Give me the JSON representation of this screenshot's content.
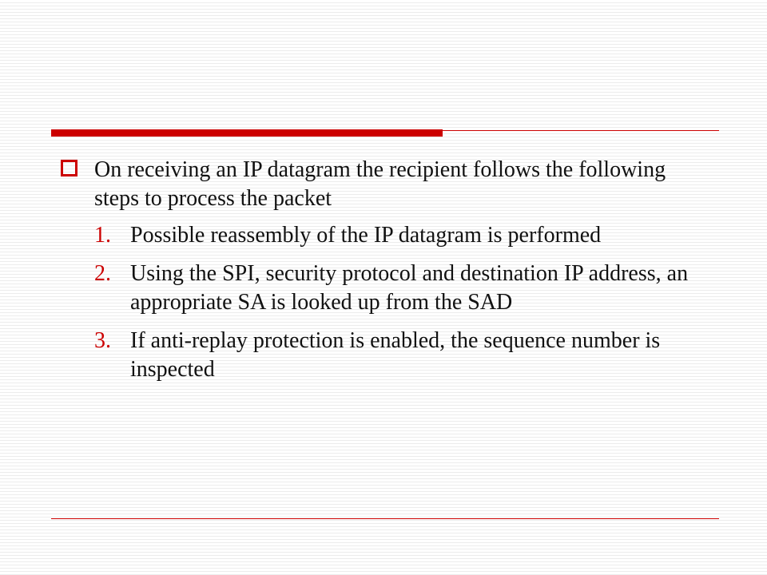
{
  "bullet": {
    "text": "On receiving an IP datagram the recipient follows the following steps to process the packet"
  },
  "steps": [
    {
      "number": "1.",
      "text": "Possible reassembly of the IP datagram is performed"
    },
    {
      "number": "2.",
      "text": "Using the SPI, security protocol and destination IP address, an appropriate SA is looked up from the SAD"
    },
    {
      "number": "3.",
      "text": "If anti-replay protection is enabled, the sequence number is inspected"
    }
  ],
  "colors": {
    "accent": "#cc0000",
    "text": "#111111",
    "background": "#ffffff",
    "stripe": "#ececec"
  },
  "icons": {
    "bullet": "hollow-square-icon"
  }
}
